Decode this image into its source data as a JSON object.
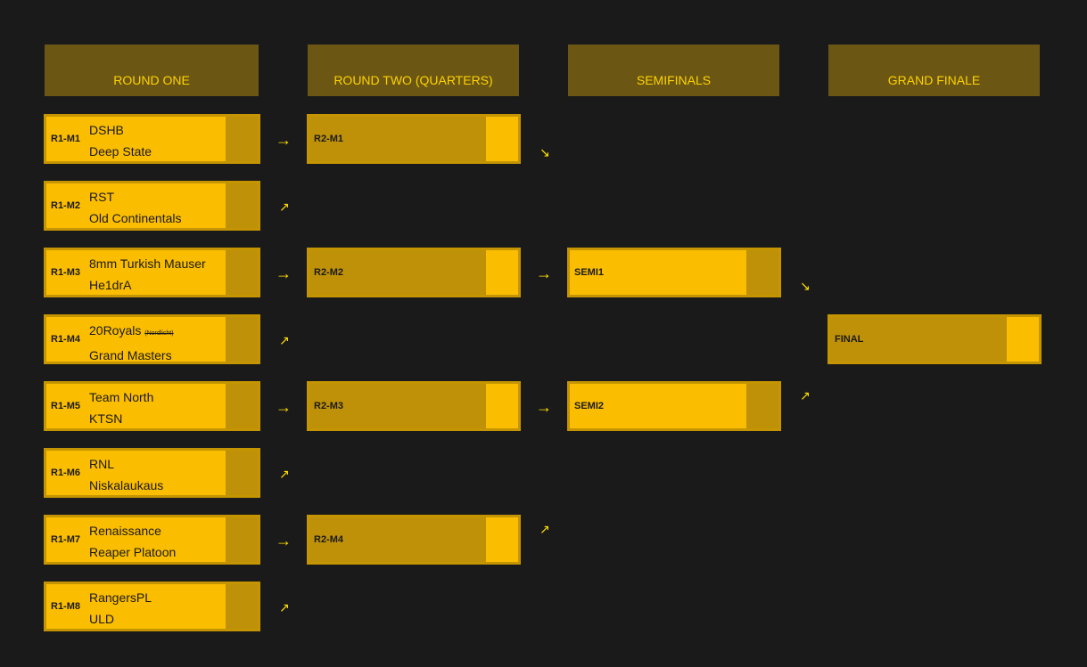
{
  "headers": {
    "round_one": "ROUND ONE",
    "round_two": "ROUND TWO (QUARTERS)",
    "semifinals": "SEMIFINALS",
    "grand_finale": "GRAND FINALE"
  },
  "round_one": [
    {
      "code": "R1-M1",
      "team_a": "DSHB",
      "team_b": "Deep State"
    },
    {
      "code": "R1-M2",
      "team_a": "RST",
      "team_b": "Old Continentals"
    },
    {
      "code": "R1-M3",
      "team_a": "8mm Turkish Mauser",
      "team_b": "He1drA"
    },
    {
      "code": "R1-M4",
      "team_a": "20Royals",
      "team_a_note": "(Nordlicht)",
      "team_b": "Grand Masters"
    },
    {
      "code": "R1-M5",
      "team_a": "Team North",
      "team_b": "KTSN"
    },
    {
      "code": "R1-M6",
      "team_a": "RNL",
      "team_b": "Niskalaukaus"
    },
    {
      "code": "R1-M7",
      "team_a": "Renaissance",
      "team_b": "Reaper Platoon"
    },
    {
      "code": "R1-M8",
      "team_a": "RangersPL",
      "team_b": "ULD"
    }
  ],
  "round_two": [
    {
      "code": "R2-M1"
    },
    {
      "code": "R2-M2"
    },
    {
      "code": "R2-M3"
    },
    {
      "code": "R2-M4"
    }
  ],
  "semifinals": [
    {
      "code": "SEMI1"
    },
    {
      "code": "SEMI2"
    }
  ],
  "final": {
    "code": "FINAL"
  },
  "arrows": {
    "right": "→",
    "down_right": "↘",
    "up_right": "↗"
  },
  "colors": {
    "background": "#1a1a1a",
    "header_bg": "#6b5713",
    "header_text": "#ffd200",
    "match_light": "#fbbd00",
    "match_dark": "#bf9108",
    "arrow": "#ffe000"
  }
}
